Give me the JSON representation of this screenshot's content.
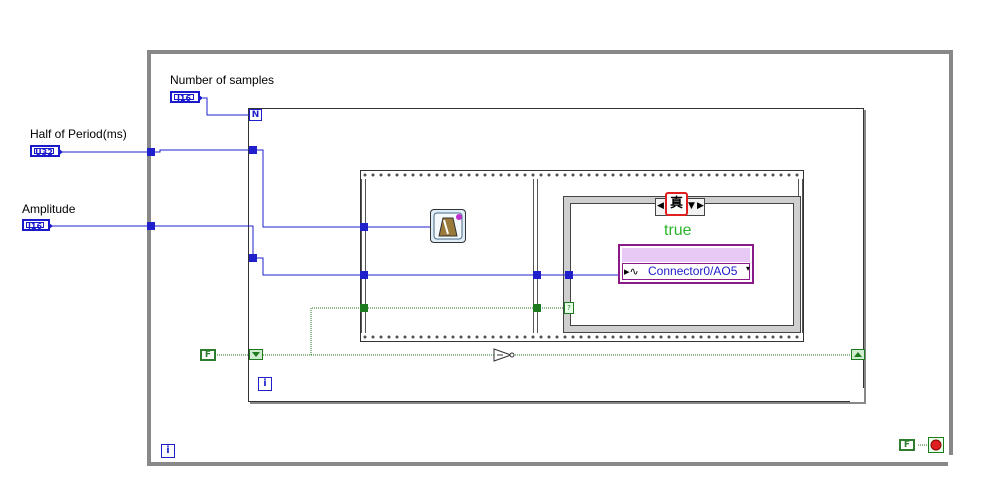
{
  "controls": {
    "num_samples": {
      "label": "Number of samples",
      "type": "I16"
    },
    "half_period": {
      "label": "Half of Period(ms)",
      "type": "U32"
    },
    "amplitude": {
      "label": "Amplitude",
      "type": "I16"
    }
  },
  "for_loop": {
    "count_terminal": "N",
    "iteration_terminal": "i"
  },
  "while_loop": {
    "iteration_terminal": "i"
  },
  "constants": {
    "false_const": "F",
    "stop_false_const": "F"
  },
  "case_structure": {
    "selector": "真",
    "selector_display": "true"
  },
  "daq_channel": {
    "value": "Connector0/AO5"
  },
  "colors": {
    "numeric_wire": "#1f1fcc",
    "boolean_wire": "#1e7a1e",
    "structure_frame": "#444444",
    "selector_highlight": "#e02020",
    "channel_fill": "#e8c8f4",
    "channel_border": "#8a1a8a",
    "true_text": "#2bb52b"
  },
  "icons": {
    "wait_timer": "wait-ms-timer-icon",
    "stop_button": "stop-button-icon",
    "shift_register_left": "shift-register-left-icon",
    "shift_register_right": "shift-register-right-icon",
    "not_gate": "not-gate-icon"
  }
}
